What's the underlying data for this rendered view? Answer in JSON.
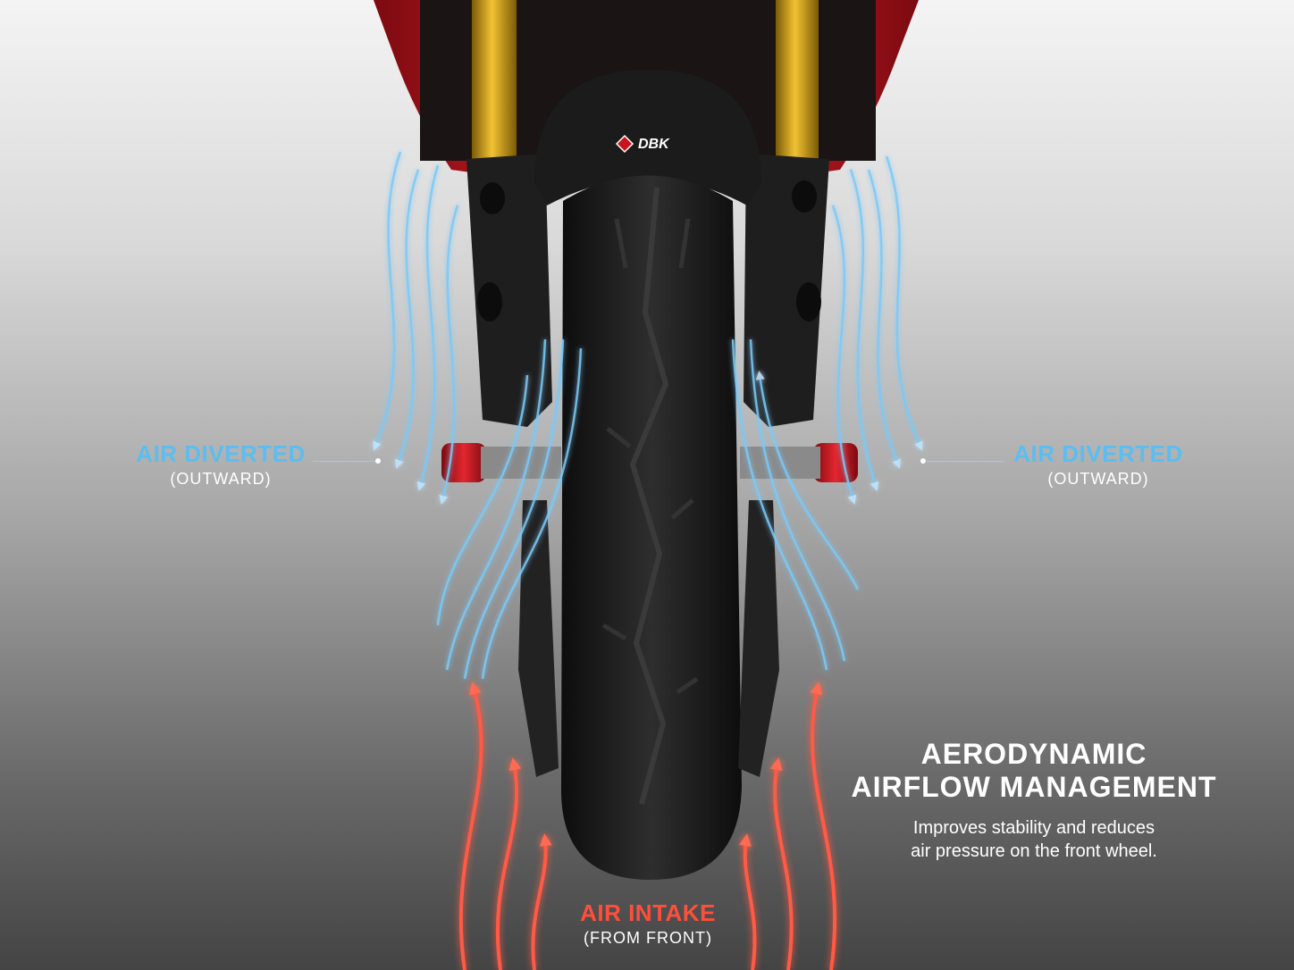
{
  "logo_text": "DBK",
  "labels": {
    "left": {
      "title": "AIR DIVERTED",
      "subtitle": "(OUTWARD)"
    },
    "right": {
      "title": "AIR DIVERTED",
      "subtitle": "(OUTWARD)"
    },
    "intake": {
      "title": "AIR INTAKE",
      "subtitle": "(FROM FRONT)"
    }
  },
  "headline": {
    "line1": "AERODYNAMIC",
    "line2": "AIRFLOW MANAGEMENT",
    "desc1": "Improves stability and reduces",
    "desc2": "air pressure on the front wheel."
  },
  "colors": {
    "diverted_air": "#5cbdf0",
    "intake_air": "#ff4f3a",
    "fairing_red": "#c8141e",
    "fork_gold": "#d4a21a",
    "tire": "#1c1c1c"
  }
}
